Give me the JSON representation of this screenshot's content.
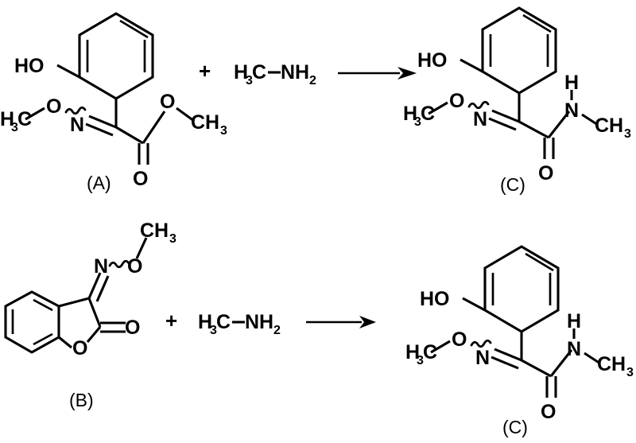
{
  "figure": {
    "kind": "chemical-reaction-scheme",
    "background_color": "#ffffff",
    "ink_color": "#000000",
    "rows": 2
  },
  "glyphs": {
    "plus": "+",
    "H": "H",
    "C": "C",
    "N": "N",
    "O": "O",
    "HO": "HO",
    "CH": "CH",
    "NH": "NH",
    "sub_two": "2",
    "sub_three": "3"
  },
  "reactions": [
    {
      "id": "reaction-1",
      "reactant": {
        "label": "(A)",
        "name": "methyl (E)-2-(2-hydroxyphenyl)-2-(methoxyimino)acetate",
        "labels": {
          "hydroxyl": "HO",
          "methyl_left": "H",
          "methyl_left_sub": "3",
          "methyl_left_c": "C",
          "oxime_o": "O",
          "imine_n": "N",
          "ester_o": "O",
          "carbonyl_o": "O",
          "ester_methyl": "CH",
          "ester_methyl_sub": "3"
        }
      },
      "plus": "+",
      "reagent": {
        "name": "methylamine",
        "labels": {
          "h": "H",
          "h_sub": "3",
          "c": "C",
          "nh": "NH",
          "nh_sub": "2"
        }
      },
      "arrow": {
        "direction": "right",
        "condition": ""
      },
      "product": {
        "label": "(C)",
        "name": "(E)-2-(2-hydroxyphenyl)-2-(methoxyimino)-N-methylacetamide",
        "labels": {
          "hydroxyl": "HO",
          "methyl_left": "H",
          "methyl_left_sub": "3",
          "methyl_left_c": "C",
          "oxime_o": "O",
          "imine_n": "N",
          "amide_h": "H",
          "amide_n": "N",
          "carbonyl_o": "O",
          "amide_methyl": "CH",
          "amide_methyl_sub": "3"
        }
      }
    },
    {
      "id": "reaction-2",
      "reactant": {
        "label": "(B)",
        "name": "(E)-3-(methoxyimino)benzofuran-2(3H)-one",
        "labels": {
          "methoxy_ch": "CH",
          "methoxy_sub": "3",
          "imine_n": "N",
          "oxime_o": "O",
          "lactone_o": "O",
          "carbonyl_o": "O"
        }
      },
      "plus": "+",
      "reagent": {
        "name": "methylamine",
        "labels": {
          "h": "H",
          "h_sub": "3",
          "c": "C",
          "nh": "NH",
          "nh_sub": "2"
        }
      },
      "arrow": {
        "direction": "right",
        "condition": ""
      },
      "product": {
        "label": "(C)",
        "name": "(E)-2-(2-hydroxyphenyl)-2-(methoxyimino)-N-methylacetamide",
        "labels": {
          "hydroxyl": "HO",
          "methyl_left": "H",
          "methyl_left_sub": "3",
          "methyl_left_c": "C",
          "oxime_o": "O",
          "imine_n": "N",
          "amide_h": "H",
          "amide_n": "N",
          "carbonyl_o": "O",
          "amide_methyl": "CH",
          "amide_methyl_sub": "3"
        }
      }
    }
  ]
}
